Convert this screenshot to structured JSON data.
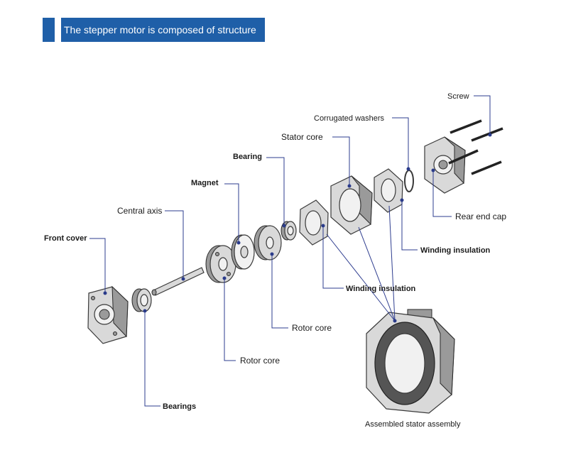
{
  "header": {
    "title": "The stepper motor is composed of structure"
  },
  "labels": {
    "front_cover": "Front cover",
    "bearings": "Bearings",
    "central_axis": "Central axis",
    "magnet": "Magnet",
    "rotor_core_lower": "Rotor core",
    "bearing": "Bearing",
    "rotor_core_upper": "Rotor core",
    "stator_core": "Stator core",
    "winding_insulation_center": "Winding insulation",
    "corrugated_washers": "Corrugated washers",
    "winding_insulation_right": "Winding insulation",
    "screw": "Screw",
    "rear_end_cap": "Rear end cap",
    "assembled_stator": "Assembled stator assembly"
  },
  "colors": {
    "header_bg": "#1f5fa8",
    "leader": "#2e3d8f"
  }
}
